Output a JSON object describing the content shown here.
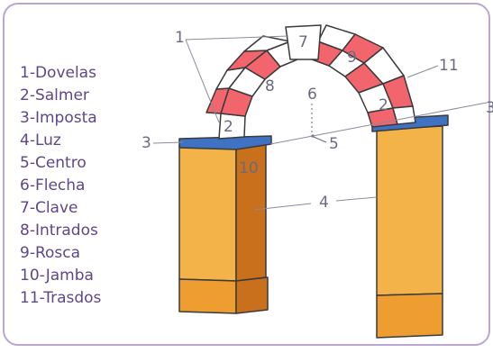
{
  "legend": [
    "1-Dovelas",
    "2-Salmer",
    "3-Imposta",
    "4-Luz",
    "5-Centro",
    "6-Flecha",
    "7-Clave",
    "8-Intrados",
    "9-Rosca",
    "10-Jamba",
    "11-Trasdos"
  ],
  "markers": {
    "dovelas": "1",
    "salmer_left": "2",
    "salmer_right": "2",
    "imposta_left": "3",
    "imposta_right": "3",
    "luz": "4",
    "centro": "5",
    "flecha": "6",
    "clave": "7",
    "intrados": "8",
    "rosca": "9",
    "jamba": "10",
    "trasdos": "11"
  },
  "colors": {
    "border": "#b9a6d3",
    "legend_text": "#5e468a",
    "label_text": "#6a6a7e",
    "voussoir_red": "#f2656d",
    "voussoir_white": "#ffffff",
    "outline": "#3a3a3a",
    "imposta": "#3f72c2",
    "pillar": "#f3b349",
    "pillar_dark": "#c9701c",
    "pillar_base": "#ee9e30"
  }
}
